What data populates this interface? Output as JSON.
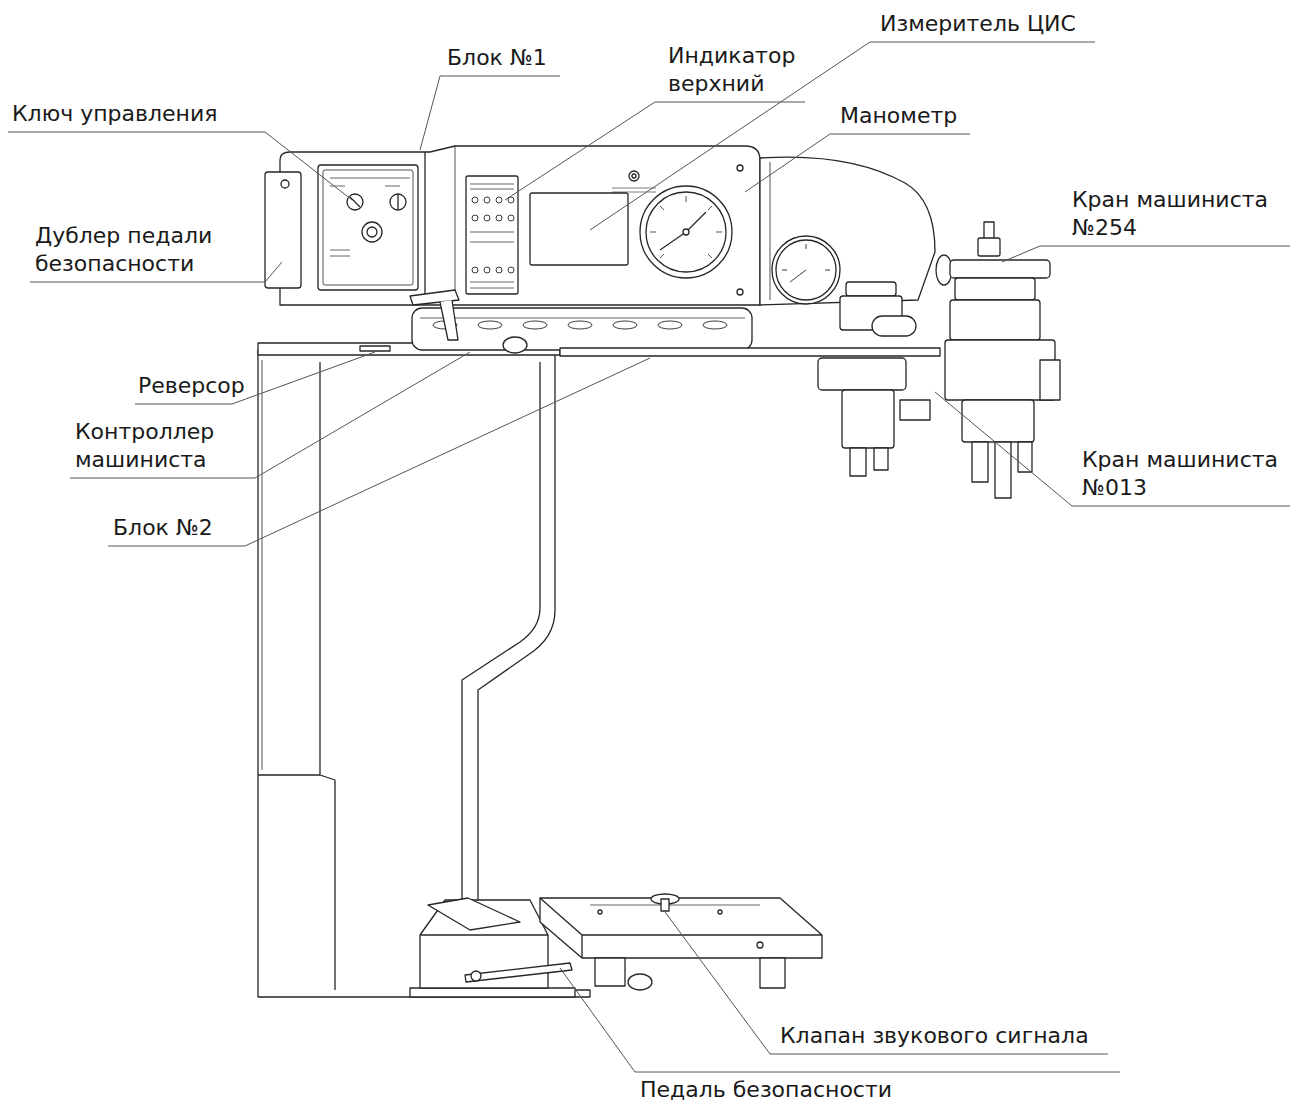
{
  "diagram": {
    "labels": [
      "Блок №1",
      "Индикатор верхний",
      "Измеритель ЦИС",
      "Ключ управления",
      "Манометр",
      "Кран машиниста №254",
      "Дублер педали безопасности",
      "Реверсор",
      "Контроллер машиниста",
      "Блок №2",
      "Кран машиниста №013",
      "Клапан звукового сигнала",
      "Педаль безопасности"
    ]
  }
}
